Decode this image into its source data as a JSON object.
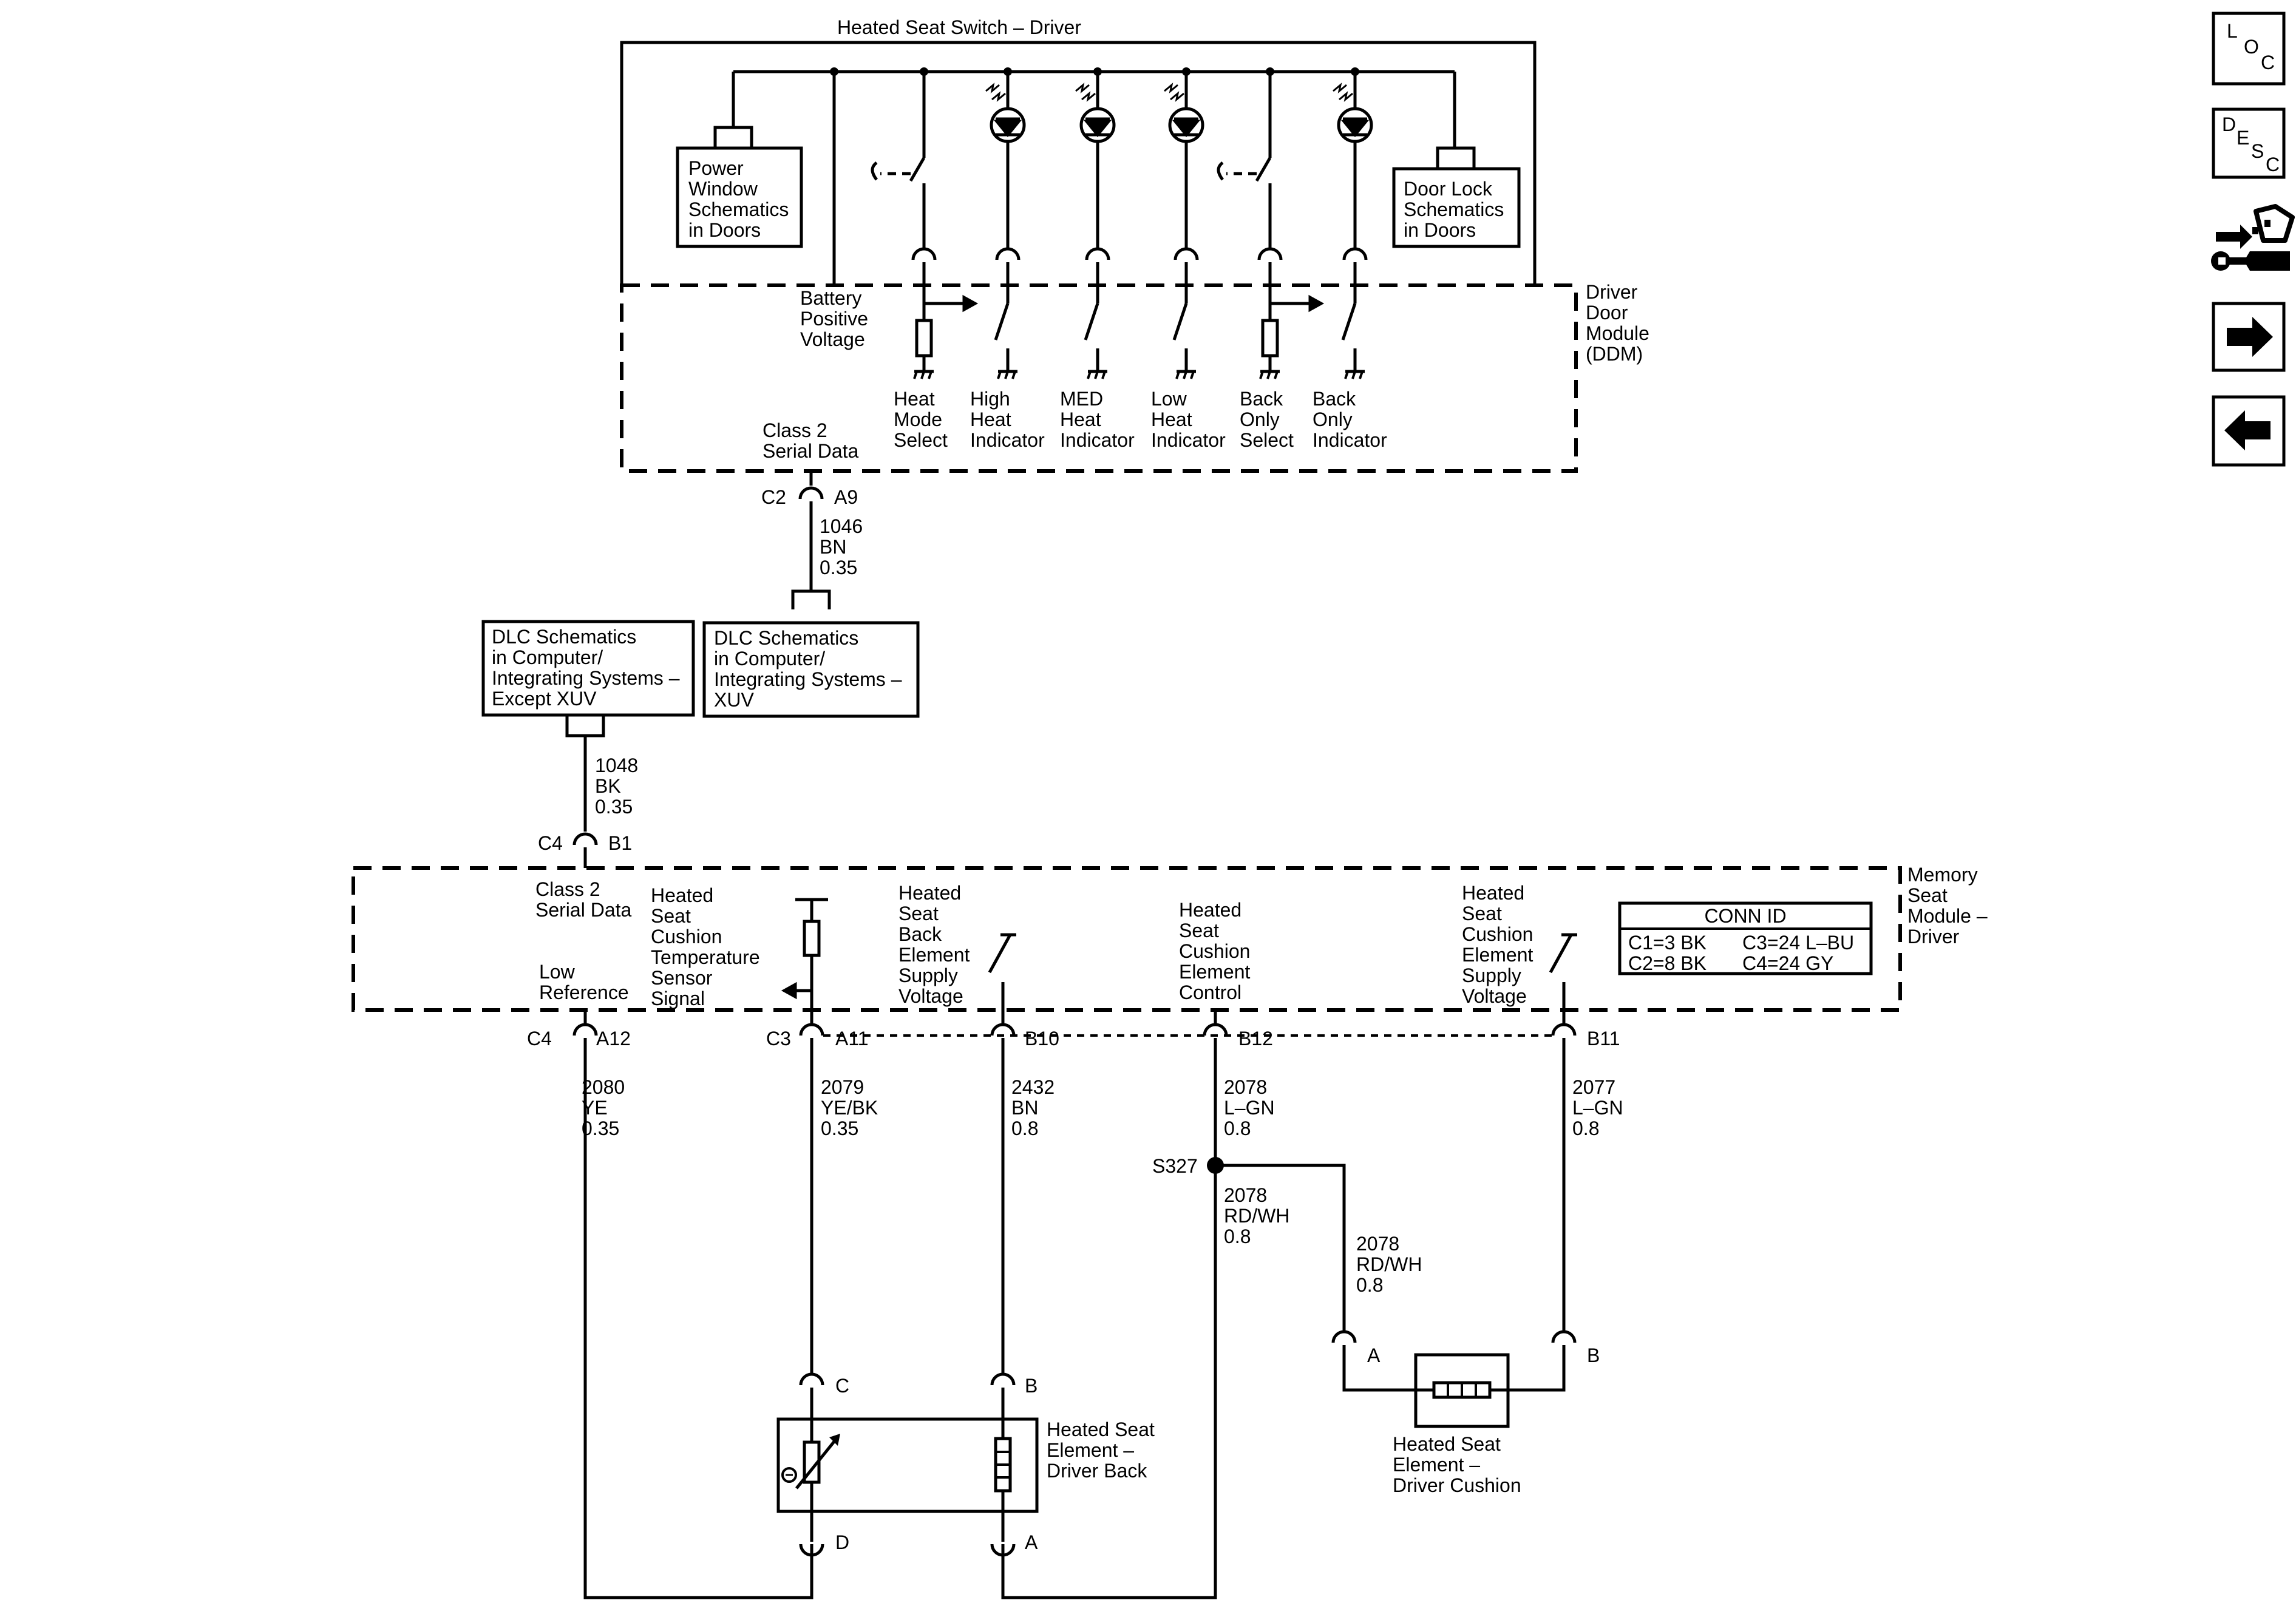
{
  "title": "Heated Seat Switch – Driver",
  "ddm_label": [
    "Driver",
    "Door",
    "Module",
    "(DDM)"
  ],
  "msm_label": [
    "Memory",
    "Seat",
    "Module –",
    "Driver"
  ],
  "power_window_ref": [
    "Power",
    "Window",
    "Schematics",
    "in Doors"
  ],
  "door_lock_ref": [
    "Door Lock",
    "Schematics",
    "in Doors"
  ],
  "battery_label": [
    "Battery",
    "Positive",
    "Voltage"
  ],
  "ddm_circuits": [
    [
      "Heat",
      "Mode",
      "Select"
    ],
    [
      "High",
      "Heat",
      "Indicator"
    ],
    [
      "MED",
      "Heat",
      "Indicator"
    ],
    [
      "Low",
      "Heat",
      "Indicator"
    ],
    [
      "Back",
      "Only",
      "Select"
    ],
    [
      "Back",
      "Only",
      "Indicator"
    ]
  ],
  "ddm_serial_label": [
    "Class 2",
    "Serial Data"
  ],
  "c2_connector": {
    "name": "C2",
    "pin": "A9"
  },
  "wire_1046": [
    "1046",
    "BN",
    "0.35"
  ],
  "dlc_xuv": [
    "DLC Schematics",
    "in Computer/",
    "Integrating Systems –",
    "XUV"
  ],
  "dlc_except": [
    "DLC Schematics",
    "in Computer/",
    "Integrating Systems –",
    "Except XUV"
  ],
  "wire_1048": [
    "1048",
    "BK",
    "0.35"
  ],
  "c4_b1": {
    "name": "C4",
    "pin": "B1"
  },
  "msm_serial_label": [
    "Class 2",
    "Serial Data"
  ],
  "msm_circuits": {
    "low_ref": [
      "Low",
      "Reference"
    ],
    "temp_sensor": [
      "Heated",
      "Seat",
      "Cushion",
      "Temperature",
      "Sensor",
      "Signal"
    ],
    "back_supply": [
      "Heated",
      "Seat",
      "Back",
      "Element",
      "Supply",
      "Voltage"
    ],
    "cushion_control": [
      "Heated",
      "Seat",
      "Cushion",
      "Element",
      "Control"
    ],
    "cushion_supply": [
      "Heated",
      "Seat",
      "Cushion",
      "Element",
      "Supply",
      "Voltage"
    ]
  },
  "conn_id": {
    "title": "CONN ID",
    "rows": [
      [
        "C1=3 BK",
        "C3=24 L–BU"
      ],
      [
        "C2=8 BK",
        "C4=24 GY"
      ]
    ]
  },
  "pins": {
    "c4": "C4",
    "a12": "A12",
    "c3": "C3",
    "a11": "A11",
    "b10": "B10",
    "b12": "B12",
    "b11": "B11"
  },
  "wires": {
    "w2080": [
      "2080",
      "YE",
      "0.35"
    ],
    "w2079": [
      "2079",
      "YE/BK",
      "0.35"
    ],
    "w2432": [
      "2432",
      "BN",
      "0.8"
    ],
    "w2078": [
      "2078",
      "L–GN",
      "0.8"
    ],
    "w2077": [
      "2077",
      "L–GN",
      "0.8"
    ],
    "w2078_rdwh_a": [
      "2078",
      "RD/WH",
      "0.8"
    ],
    "w2078_rdwh_b": [
      "2078",
      "RD/WH",
      "0.8"
    ]
  },
  "splice": "S327",
  "back_element": {
    "label": [
      "Heated Seat",
      "Element –",
      "Driver Back"
    ],
    "pins": {
      "c": "C",
      "b": "B",
      "d": "D",
      "a": "A"
    }
  },
  "cushion_element": {
    "label": [
      "Heated Seat",
      "Element –",
      "Driver Cushion"
    ],
    "pins": {
      "a": "A",
      "b": "B"
    }
  },
  "nav": {
    "loc": [
      "L",
      "O",
      "C"
    ],
    "desc": [
      "D",
      "E",
      "S",
      "C"
    ],
    "icons": [
      "connector-wrench-icon",
      "arrow-right-icon",
      "arrow-left-icon"
    ]
  }
}
